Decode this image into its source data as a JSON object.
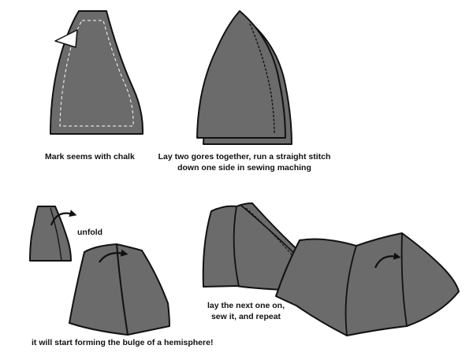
{
  "captions": {
    "mark": "Mark seems with chalk",
    "lay_line1": "Lay two gores together, run a straight stitch",
    "lay_line2": "down one side in sewing maching",
    "unfold": "unfold",
    "bulge": "it will start forming the bulge of a hemisphere!",
    "next_line1": "lay the next one on,",
    "next_line2": "sew it, and repeat"
  },
  "colors": {
    "fabric": "#6b6b6b",
    "outline": "#111111",
    "chalk": "#ffffff",
    "arrow": "#111111"
  },
  "icons": {
    "arrow": "curved-arrow",
    "chalk": "chalk-triangle"
  }
}
